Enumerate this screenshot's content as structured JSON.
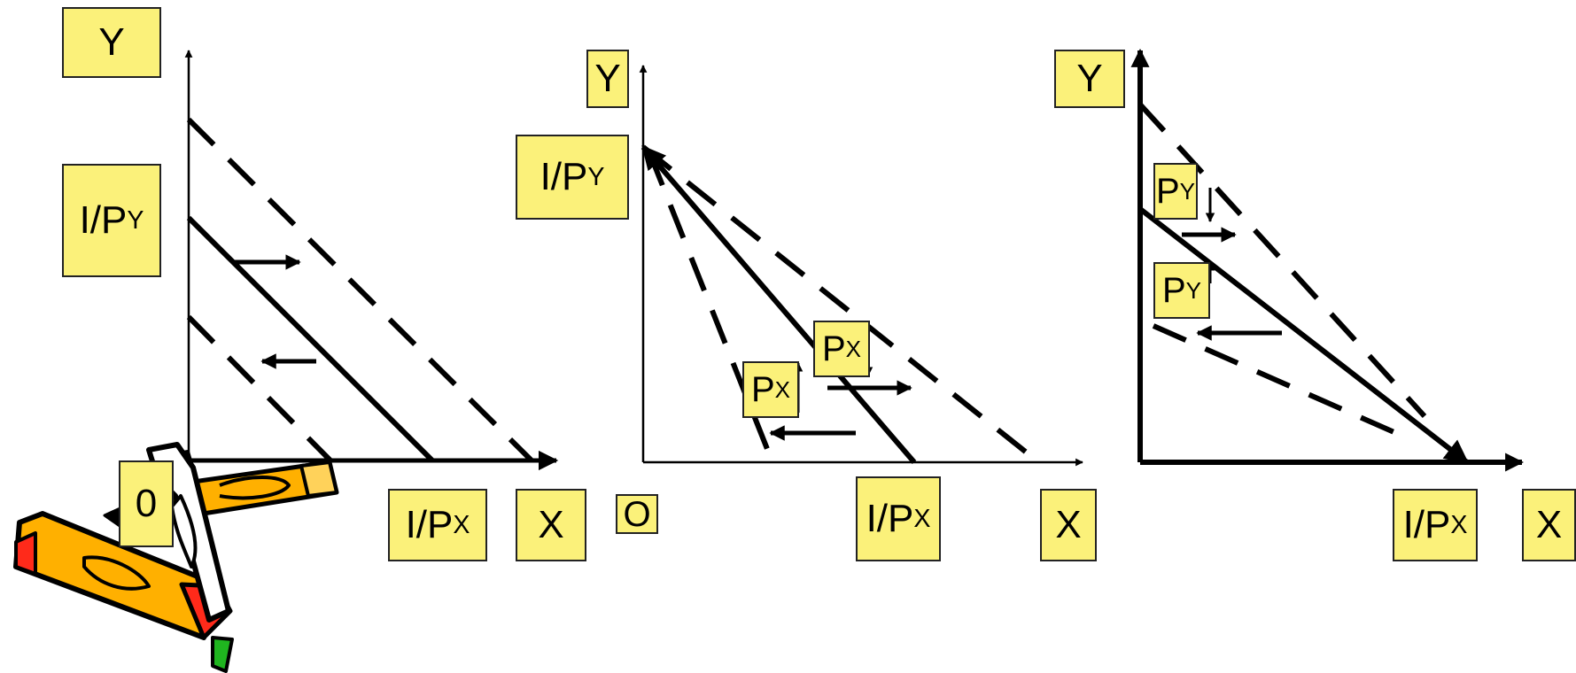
{
  "labels": {
    "y": "Y",
    "x": "X",
    "origin_zero": "0",
    "origin_o": "O",
    "income_over_price_y": {
      "base": "I/P",
      "sub": "Y"
    },
    "income_over_price_x": {
      "base": "I/P",
      "sub": "X"
    },
    "price_x": {
      "base": "P",
      "sub": "X"
    },
    "price_y": {
      "base": "P",
      "sub": "Y"
    }
  },
  "colors": {
    "label_fill": "#fbf17a",
    "line": "#000000",
    "pencil_orange": "#ffb000",
    "pencil_red": "#ff2a1a",
    "pencil_green": "#1fb51f"
  },
  "decorations": {
    "icon": "pencils-clipart-icon"
  }
}
